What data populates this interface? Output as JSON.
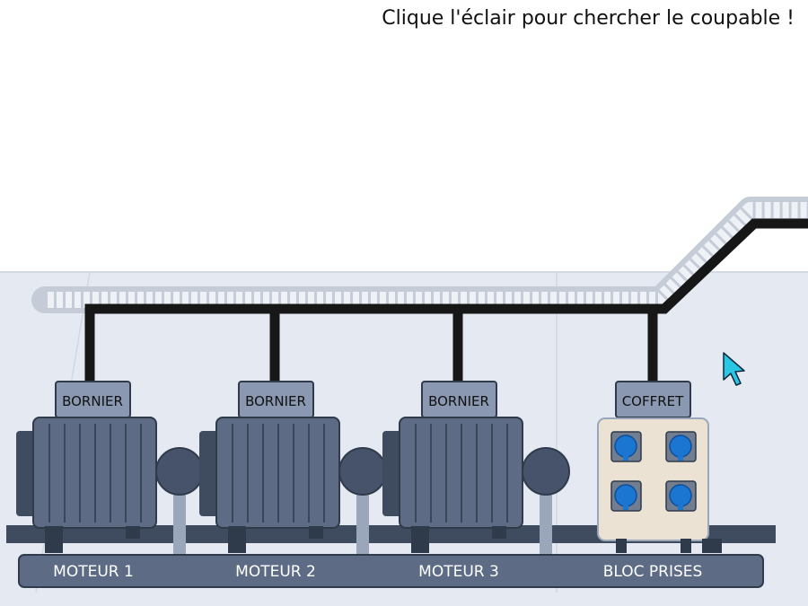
{
  "instruction": "Clique l'éclair pour chercher le coupable !",
  "units": [
    {
      "id": "moteur-1",
      "kind": "motor",
      "top_label": "BORNIER",
      "bottom_label": "MOTEUR 1"
    },
    {
      "id": "moteur-2",
      "kind": "motor",
      "top_label": "BORNIER",
      "bottom_label": "MOTEUR 2"
    },
    {
      "id": "moteur-3",
      "kind": "motor",
      "top_label": "BORNIER",
      "bottom_label": "MOTEUR 3"
    },
    {
      "id": "bloc-prises",
      "kind": "socket-box",
      "top_label": "COFFRET",
      "bottom_label": "BLOC PRISES"
    }
  ],
  "colors": {
    "floor": "#e5e9f1",
    "tray": "#c5ccd8",
    "cable": "#171717",
    "motor_body": "#5d6b85",
    "motor_dark": "#3f4b5e",
    "terminal_box": "#8a98b1",
    "label_bar": "#5d6b85",
    "socket_box": "#ebe2d3",
    "socket_blue": "#1b76d2",
    "cursor": "#29c7e6"
  }
}
